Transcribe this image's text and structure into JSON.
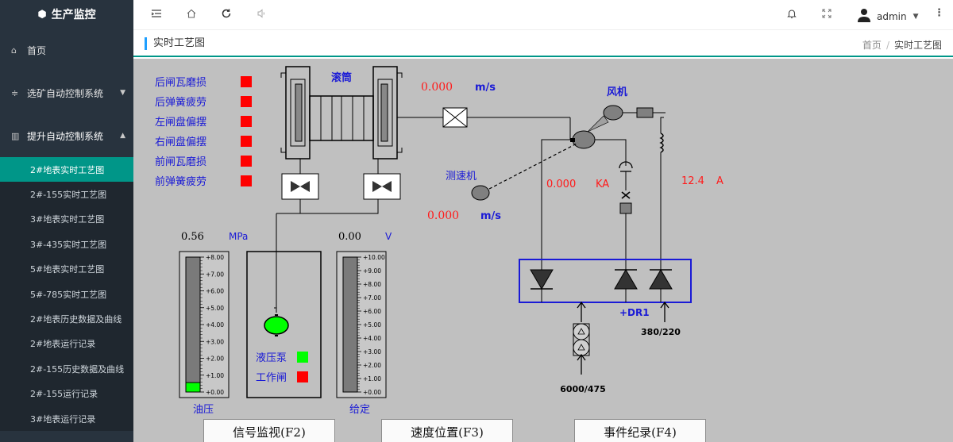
{
  "app": {
    "title": "生产监控",
    "user": "admin"
  },
  "sidebar": {
    "home": "首页",
    "group1": "选矿自动控制系统",
    "group2": "提升自动控制系统",
    "items": [
      "2#地表实时工艺图",
      "2#-155实时工艺图",
      "3#地表实时工艺图",
      "3#-435实时工艺图",
      "5#地表实时工艺图",
      "5#-785实时工艺图",
      "2#地表历史数据及曲线",
      "2#地表运行记录",
      "2#-155历史数据及曲线",
      "2#-155运行记录",
      "3#地表运行记录"
    ]
  },
  "breadcrumb": {
    "page_title": "实时工艺图",
    "home": "首页",
    "sep": "/",
    "current": "实时工艺图"
  },
  "diagram": {
    "alarms": [
      "后闸瓦磨损",
      "后弹簧疲劳",
      "左闸盘偏摆",
      "右闸盘偏摆",
      "前闸瓦磨损",
      "前弹簧疲劳"
    ],
    "drum_label": "滚筒",
    "speed1_value": "0.000",
    "speed1_unit": "m/s",
    "fan_label": "风机",
    "tacho_label": "测速机",
    "speed2_value": "0.000",
    "speed2_unit": "m/s",
    "current_ka_value": "0.000",
    "current_ka_unit": "KA",
    "current_a_value": "12.4",
    "current_a_unit": "A",
    "oil_value": "0.56",
    "oil_unit": "MPa",
    "oil_label": "油压",
    "oil_level_fraction": 0.07,
    "oil_ticks": [
      "+8.00",
      "+7.00",
      "+6.00",
      "+5.00",
      "+4.00",
      "+3.00",
      "+2.00",
      "+1.00",
      "+0.00"
    ],
    "given_value": "0.00",
    "given_unit": "V",
    "given_label": "给定",
    "given_ticks": [
      "+10.00",
      "+9.00",
      "+8.00",
      "+7.00",
      "+6.00",
      "+5.00",
      "+4.00",
      "+3.00",
      "+2.00",
      "+1.00",
      "+0.00"
    ],
    "pump_label": "液压泵",
    "brake_label": "工作闸",
    "dr_label": "+DR1",
    "volt1": "380/220",
    "volt2": "6000/475",
    "colors": {
      "alarm": "#ff0000",
      "ok": "#00ff00",
      "blue": "#1a1ad6",
      "red": "#ff1a1a"
    }
  },
  "buttons": {
    "f2": "信号监视(F2)",
    "f3": "速度位置(F3)",
    "f4": "事件纪录(F4)"
  }
}
